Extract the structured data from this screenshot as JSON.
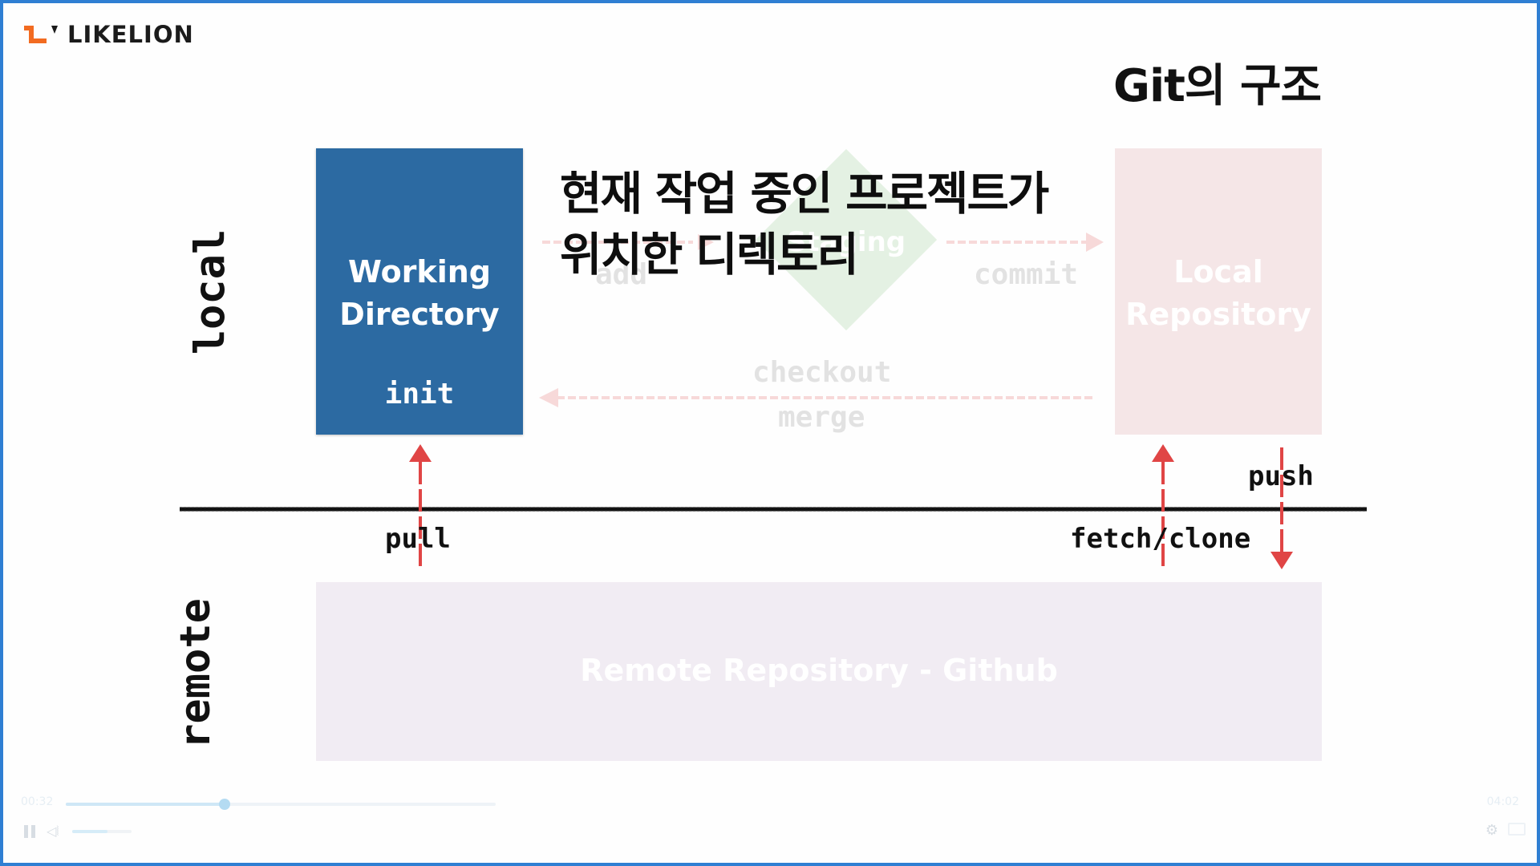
{
  "brand": {
    "name": "LIKELION",
    "accent_color": "#f26b21"
  },
  "slide": {
    "title": "Git의 구조",
    "side_labels": {
      "local": "local",
      "remote": "remote"
    },
    "boxes": {
      "working_directory": {
        "line1": "Working",
        "line2": "Directory",
        "command": "init",
        "color": "#2c6aa2"
      },
      "staging": {
        "label": "Staging"
      },
      "local_repository": {
        "line1": "Local",
        "line2": "Repository"
      },
      "remote_repository": {
        "label": "Remote Repository - Github"
      }
    },
    "commands": {
      "add": "add",
      "commit": "commit",
      "checkout": "checkout",
      "merge": "merge",
      "pull": "pull",
      "fetch_clone": "fetch/clone",
      "push": "push"
    },
    "arrow_color": "#e04545",
    "caption": {
      "line1": "현재 작업 중인 프로젝트가",
      "line2": "위치한 디렉토리"
    }
  },
  "player": {
    "current_time": "00:32",
    "total_time": "04:02",
    "progress": 0.37,
    "volume": 0.6,
    "icons": [
      "pause-icon",
      "volume-icon",
      "gear-icon",
      "fullscreen-icon"
    ]
  }
}
